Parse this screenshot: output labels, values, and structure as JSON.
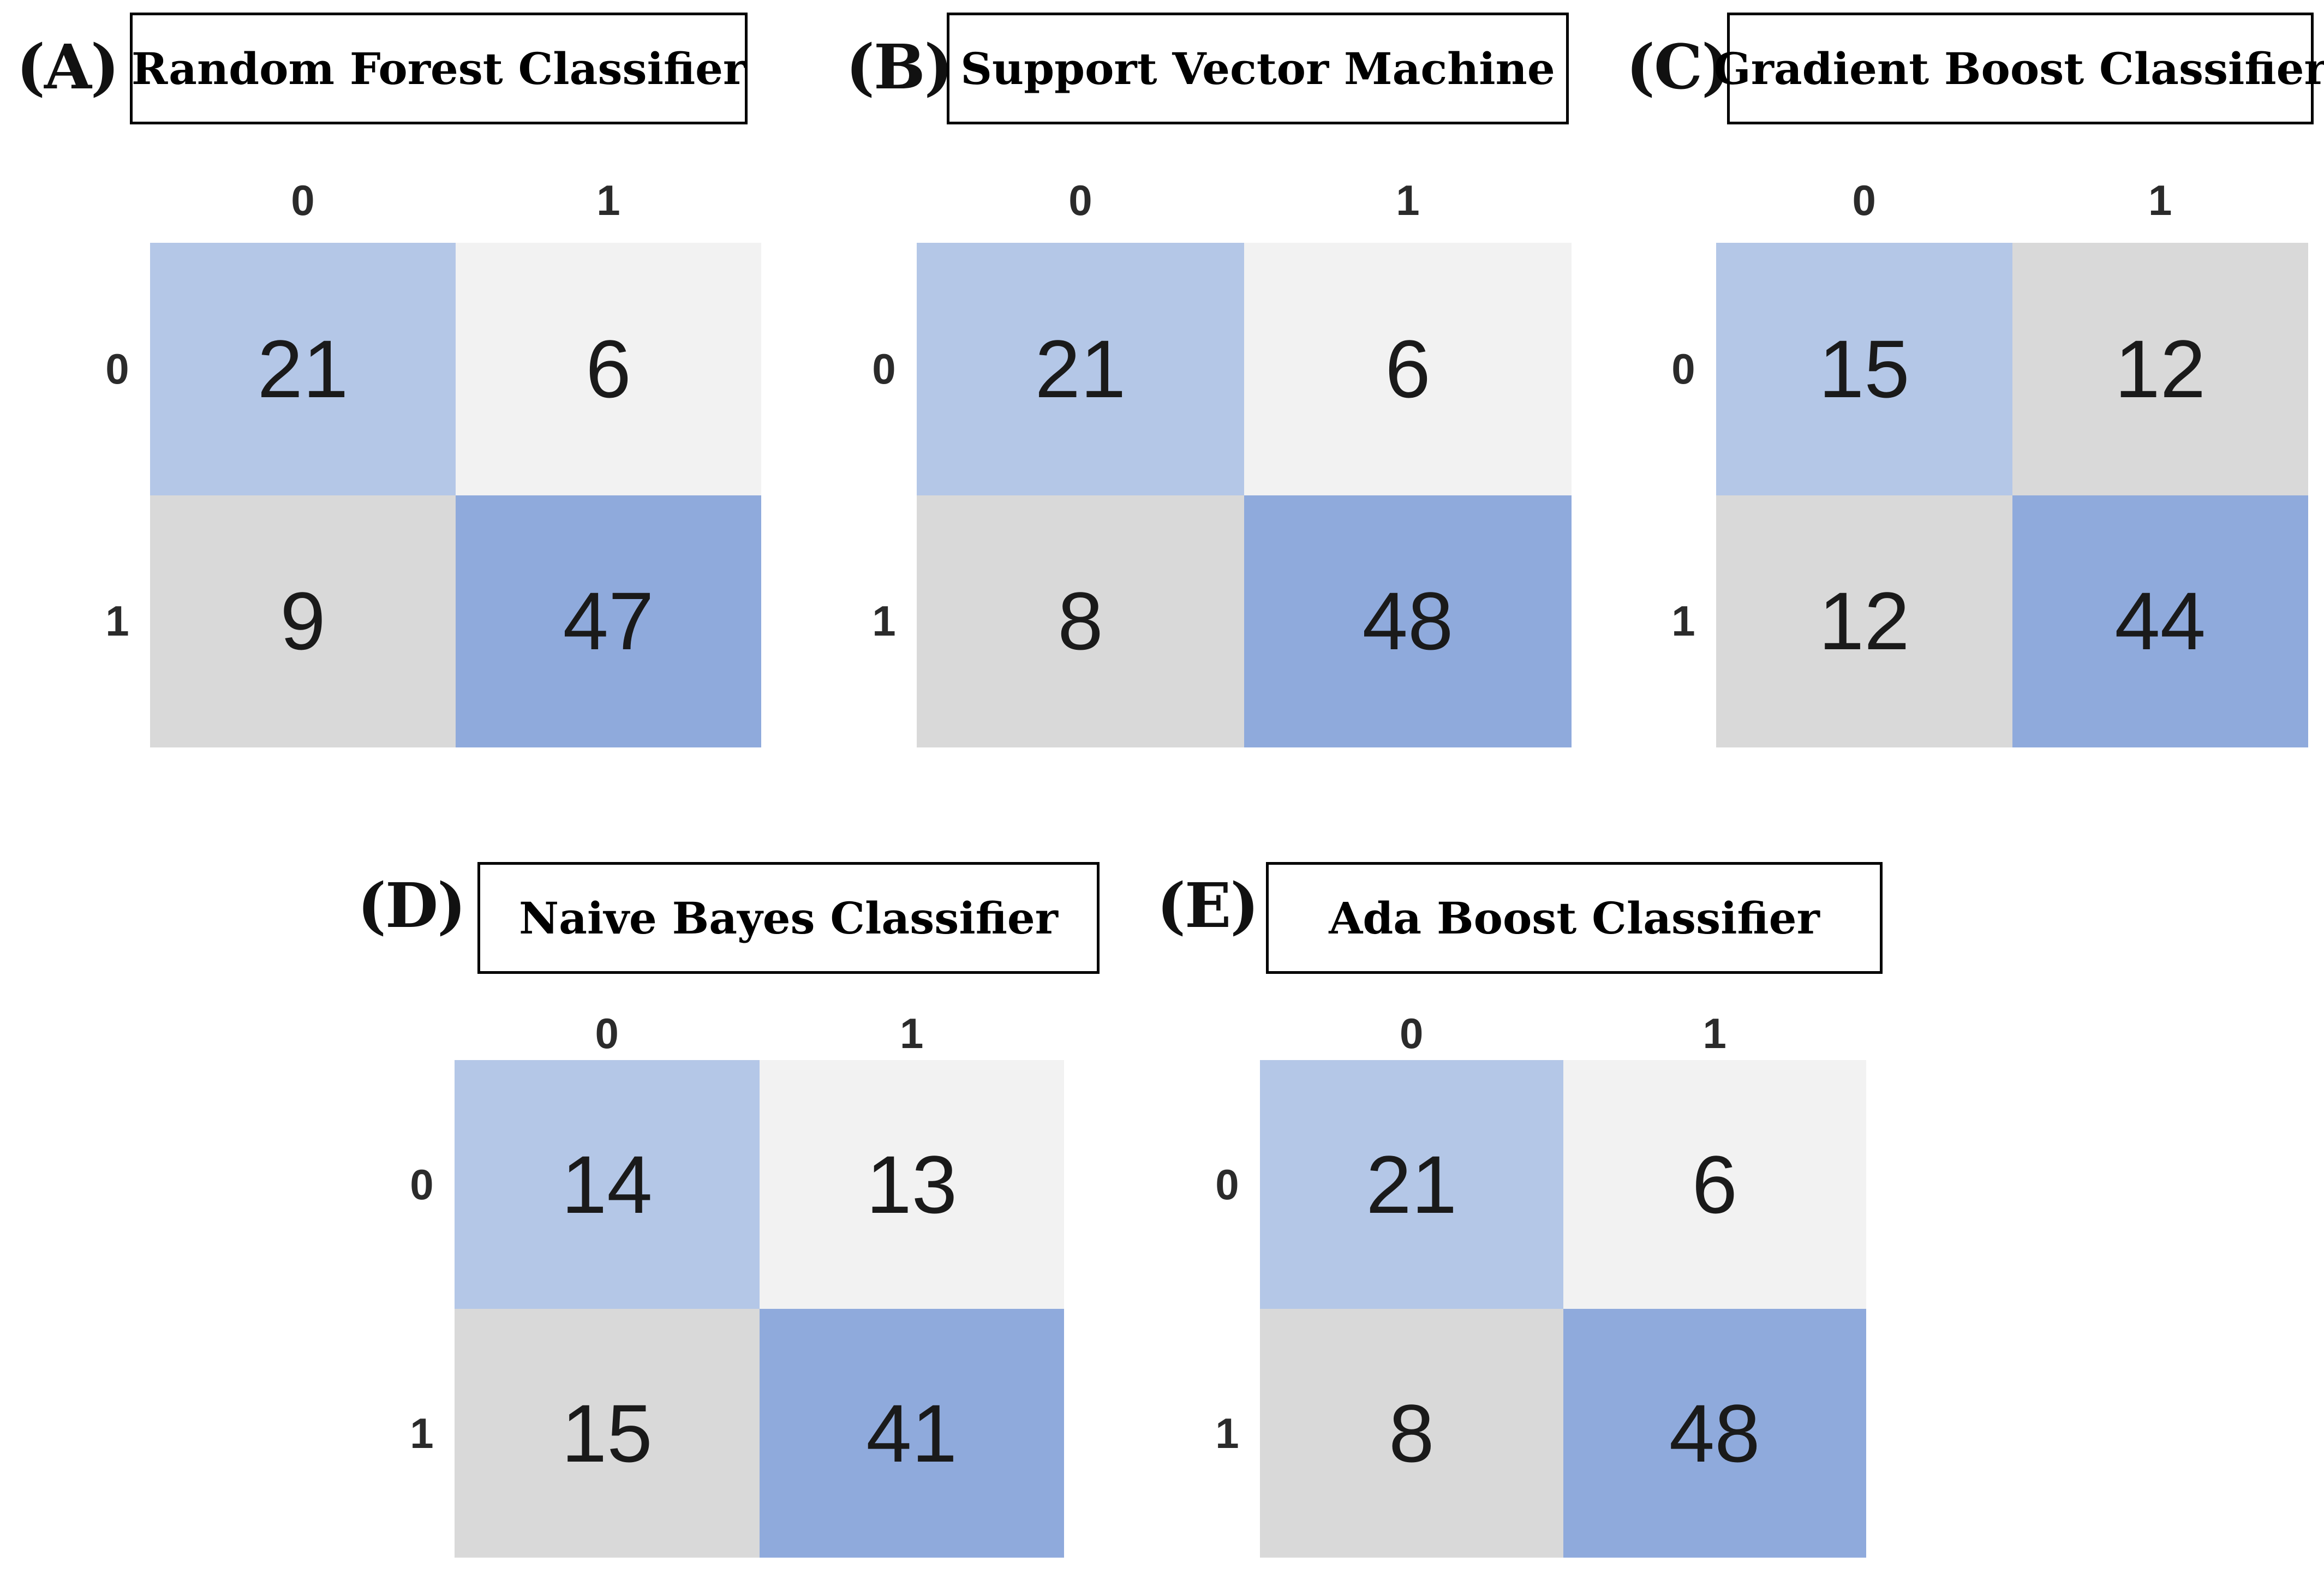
{
  "palette": {
    "cell_blue_light": "#b4c7e7",
    "cell_blue_medium": "#8faadc",
    "cell_gray_light": "#f2f2f2",
    "cell_gray_medium": "#d9d9d9",
    "text_color": "#1a1a1a",
    "box_border": "#000000"
  },
  "panels": [
    {
      "id": "A",
      "letter": "(A)",
      "title": "Random Forest Classifier",
      "col_labels": [
        "0",
        "1"
      ],
      "row_labels": [
        "0",
        "1"
      ],
      "cells": [
        [
          {
            "value": "21",
            "color": "#b4c7e7"
          },
          {
            "value": "6",
            "color": "#f2f2f2"
          }
        ],
        [
          {
            "value": "9",
            "color": "#d9d9d9"
          },
          {
            "value": "47",
            "color": "#8faadc"
          }
        ]
      ]
    },
    {
      "id": "B",
      "letter": "(B)",
      "title": "Support Vector Machine",
      "col_labels": [
        "0",
        "1"
      ],
      "row_labels": [
        "0",
        "1"
      ],
      "cells": [
        [
          {
            "value": "21",
            "color": "#b4c7e7"
          },
          {
            "value": "6",
            "color": "#f2f2f2"
          }
        ],
        [
          {
            "value": "8",
            "color": "#d9d9d9"
          },
          {
            "value": "48",
            "color": "#8faadc"
          }
        ]
      ]
    },
    {
      "id": "C",
      "letter": "(C)",
      "title": "Gradient Boost Classifier",
      "col_labels": [
        "0",
        "1"
      ],
      "row_labels": [
        "0",
        "1"
      ],
      "cells": [
        [
          {
            "value": "15",
            "color": "#b4c7e7"
          },
          {
            "value": "12",
            "color": "#d9d9d9"
          }
        ],
        [
          {
            "value": "12",
            "color": "#d9d9d9"
          },
          {
            "value": "44",
            "color": "#8faadc"
          }
        ]
      ]
    },
    {
      "id": "D",
      "letter": "(D)",
      "title": "Naive Bayes Classifier",
      "col_labels": [
        "0",
        "1"
      ],
      "row_labels": [
        "0",
        "1"
      ],
      "cells": [
        [
          {
            "value": "14",
            "color": "#b4c7e7"
          },
          {
            "value": "13",
            "color": "#f2f2f2"
          }
        ],
        [
          {
            "value": "15",
            "color": "#d9d9d9"
          },
          {
            "value": "41",
            "color": "#8faadc"
          }
        ]
      ]
    },
    {
      "id": "E",
      "letter": "(E)",
      "title": "Ada Boost Classifier",
      "col_labels": [
        "0",
        "1"
      ],
      "row_labels": [
        "0",
        "1"
      ],
      "cells": [
        [
          {
            "value": "21",
            "color": "#b4c7e7"
          },
          {
            "value": "6",
            "color": "#f2f2f2"
          }
        ],
        [
          {
            "value": "8",
            "color": "#d9d9d9"
          },
          {
            "value": "48",
            "color": "#8faadc"
          }
        ]
      ]
    }
  ],
  "chart_data": [
    {
      "type": "heatmap",
      "panel": "A",
      "title": "Random Forest Classifier",
      "x_labels": [
        "0",
        "1"
      ],
      "y_labels": [
        "0",
        "1"
      ],
      "values": [
        [
          21,
          6
        ],
        [
          9,
          47
        ]
      ]
    },
    {
      "type": "heatmap",
      "panel": "B",
      "title": "Support Vector Machine",
      "x_labels": [
        "0",
        "1"
      ],
      "y_labels": [
        "0",
        "1"
      ],
      "values": [
        [
          21,
          6
        ],
        [
          8,
          48
        ]
      ]
    },
    {
      "type": "heatmap",
      "panel": "C",
      "title": "Gradient Boost Classifier",
      "x_labels": [
        "0",
        "1"
      ],
      "y_labels": [
        "0",
        "1"
      ],
      "values": [
        [
          15,
          12
        ],
        [
          12,
          44
        ]
      ]
    },
    {
      "type": "heatmap",
      "panel": "D",
      "title": "Naive Bayes Classifier",
      "x_labels": [
        "0",
        "1"
      ],
      "y_labels": [
        "0",
        "1"
      ],
      "values": [
        [
          14,
          13
        ],
        [
          15,
          41
        ]
      ]
    },
    {
      "type": "heatmap",
      "panel": "E",
      "title": "Ada Boost Classifier",
      "x_labels": [
        "0",
        "1"
      ],
      "y_labels": [
        "0",
        "1"
      ],
      "values": [
        [
          21,
          6
        ],
        [
          8,
          48
        ]
      ]
    }
  ]
}
